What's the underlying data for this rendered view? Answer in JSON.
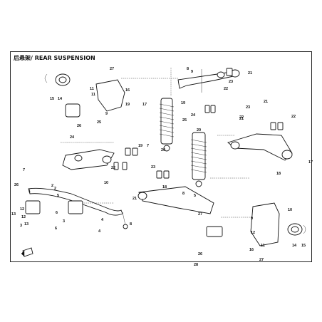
{
  "diagram": {
    "title": "后悬架/ REAR SUSPENSION",
    "icon": "front-arrow-icon",
    "callouts": [
      {
        "id": "c1",
        "text": "1"
      },
      {
        "id": "c2",
        "text": "2"
      },
      {
        "id": "c3",
        "text": "3"
      },
      {
        "id": "c4",
        "text": "4"
      },
      {
        "id": "c5",
        "text": "5"
      },
      {
        "id": "c6",
        "text": "6"
      },
      {
        "id": "c7",
        "text": "7"
      },
      {
        "id": "c8",
        "text": "8"
      },
      {
        "id": "c9",
        "text": "9"
      },
      {
        "id": "c10",
        "text": "10"
      },
      {
        "id": "c11",
        "text": "11"
      },
      {
        "id": "c12",
        "text": "12"
      },
      {
        "id": "c13",
        "text": "13"
      },
      {
        "id": "c14",
        "text": "14"
      },
      {
        "id": "c15",
        "text": "15"
      },
      {
        "id": "c16",
        "text": "16"
      },
      {
        "id": "c17",
        "text": "17"
      },
      {
        "id": "c18",
        "text": "18"
      },
      {
        "id": "c19",
        "text": "19"
      },
      {
        "id": "c20",
        "text": "20"
      },
      {
        "id": "c21",
        "text": "21"
      },
      {
        "id": "c22",
        "text": "22"
      },
      {
        "id": "c23",
        "text": "23"
      },
      {
        "id": "c24",
        "text": "24"
      },
      {
        "id": "c25",
        "text": "25"
      },
      {
        "id": "c26",
        "text": "26"
      },
      {
        "id": "c27",
        "text": "27"
      },
      {
        "id": "c28",
        "text": "28"
      }
    ]
  }
}
